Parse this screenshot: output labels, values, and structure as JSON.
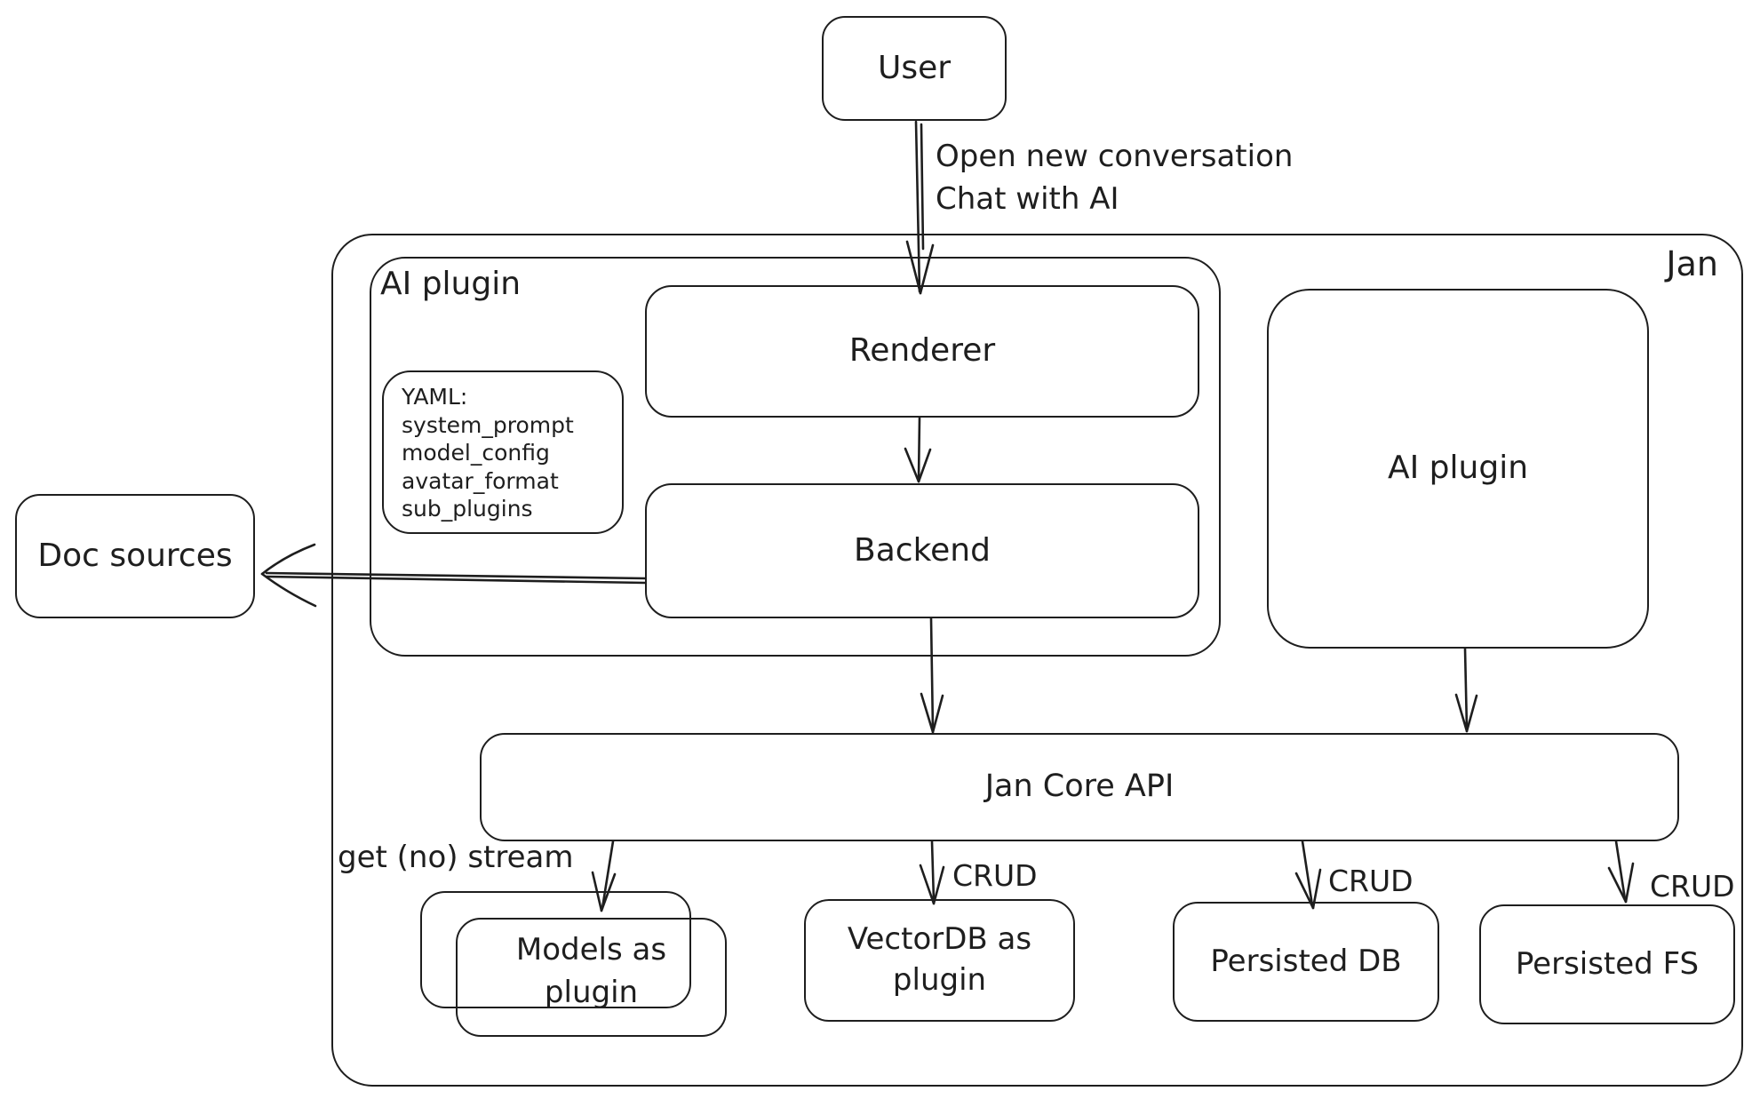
{
  "colors": {
    "stroke": "#1e1e1e",
    "background": "#ffffff"
  },
  "nodes": {
    "user": {
      "label": "User"
    },
    "jan": {
      "label": "Jan"
    },
    "ai_plugin_left": {
      "label": "AI plugin"
    },
    "renderer": {
      "label": "Renderer"
    },
    "backend": {
      "label": "Backend"
    },
    "yaml_note": {
      "title": "YAML:",
      "fields": [
        "system_prompt",
        "model_config",
        "avatar_format",
        "sub_plugins"
      ]
    },
    "ai_plugin_right": {
      "label": "AI plugin"
    },
    "doc_sources": {
      "label": "Doc sources"
    },
    "jan_core_api": {
      "label": "Jan Core API"
    },
    "models_as_plugin": {
      "label": "Models as plugin"
    },
    "vectordb_as_plugin": {
      "label": "VectorDB as plugin"
    },
    "persisted_db": {
      "label": "Persisted DB"
    },
    "persisted_fs": {
      "label": "Persisted FS"
    }
  },
  "edges": {
    "user_to_renderer": {
      "label_line1": "Open new conversation",
      "label_line2": "Chat with AI"
    },
    "core_to_models": {
      "label": "get (no) stream"
    },
    "core_to_vectordb": {
      "label": "CRUD"
    },
    "core_to_persisted_db": {
      "label": "CRUD"
    },
    "core_to_persisted_fs": {
      "label": "CRUD"
    }
  }
}
